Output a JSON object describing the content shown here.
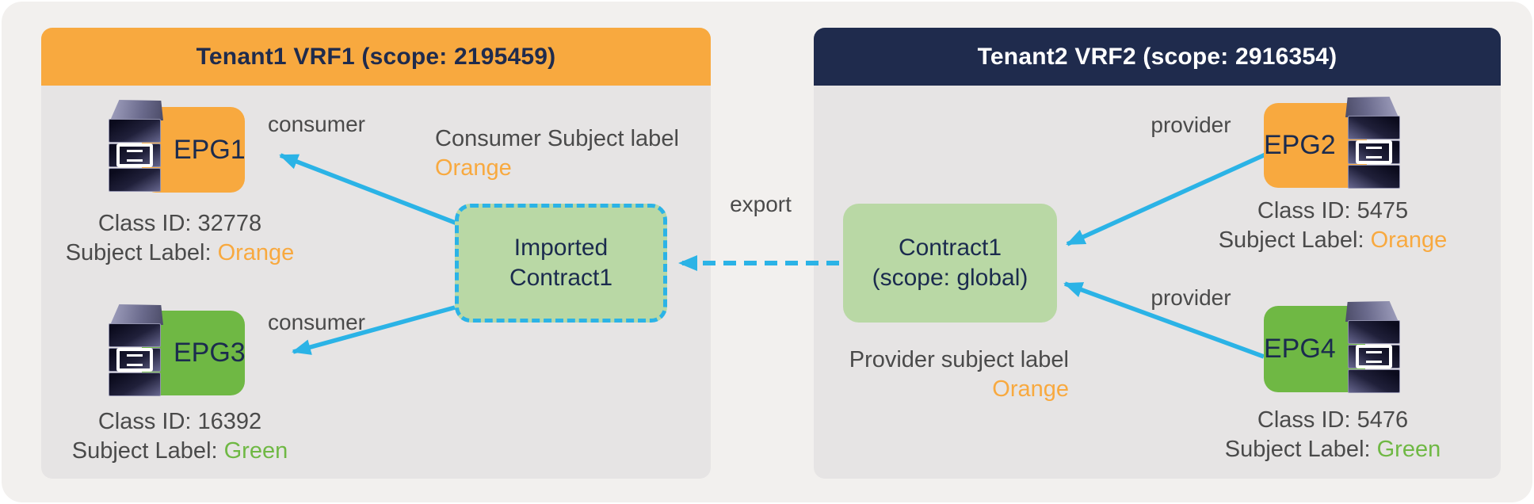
{
  "colors": {
    "orange": "#f8a93f",
    "navy": "#1f2b4d",
    "cyan_arrow": "#2bb3e6",
    "green": "#6fb844",
    "contract_green": "#b9d8a5",
    "text_gray": "#4a4a4a"
  },
  "export_label": "export",
  "left": {
    "title": "Tenant1 VRF1 (scope: 2195459)",
    "contract": {
      "line1": "Imported",
      "line2": "Contract1"
    },
    "note": {
      "line1": "Consumer Subject label",
      "line2": "Orange"
    },
    "epgs": [
      {
        "name": "EPG1",
        "role": "consumer",
        "class_id": "Class ID: 32778",
        "subject_prefix": "Subject Label: ",
        "subject_value": "Orange"
      },
      {
        "name": "EPG3",
        "role": "consumer",
        "class_id": "Class ID: 16392",
        "subject_prefix": "Subject Label: ",
        "subject_value": "Green"
      }
    ]
  },
  "right": {
    "title": "Tenant2 VRF2 (scope: 2916354)",
    "contract": {
      "line1": "Contract1",
      "line2": "(scope: global)"
    },
    "note": {
      "line1": "Provider subject label",
      "line2": "Orange"
    },
    "epgs": [
      {
        "name": "EPG2",
        "role": "provider",
        "class_id": "Class ID: 5475",
        "subject_prefix": "Subject Label: ",
        "subject_value": "Orange"
      },
      {
        "name": "EPG4",
        "role": "provider",
        "class_id": "Class ID: 5476",
        "subject_prefix": "Subject Label: ",
        "subject_value": "Green"
      }
    ]
  }
}
